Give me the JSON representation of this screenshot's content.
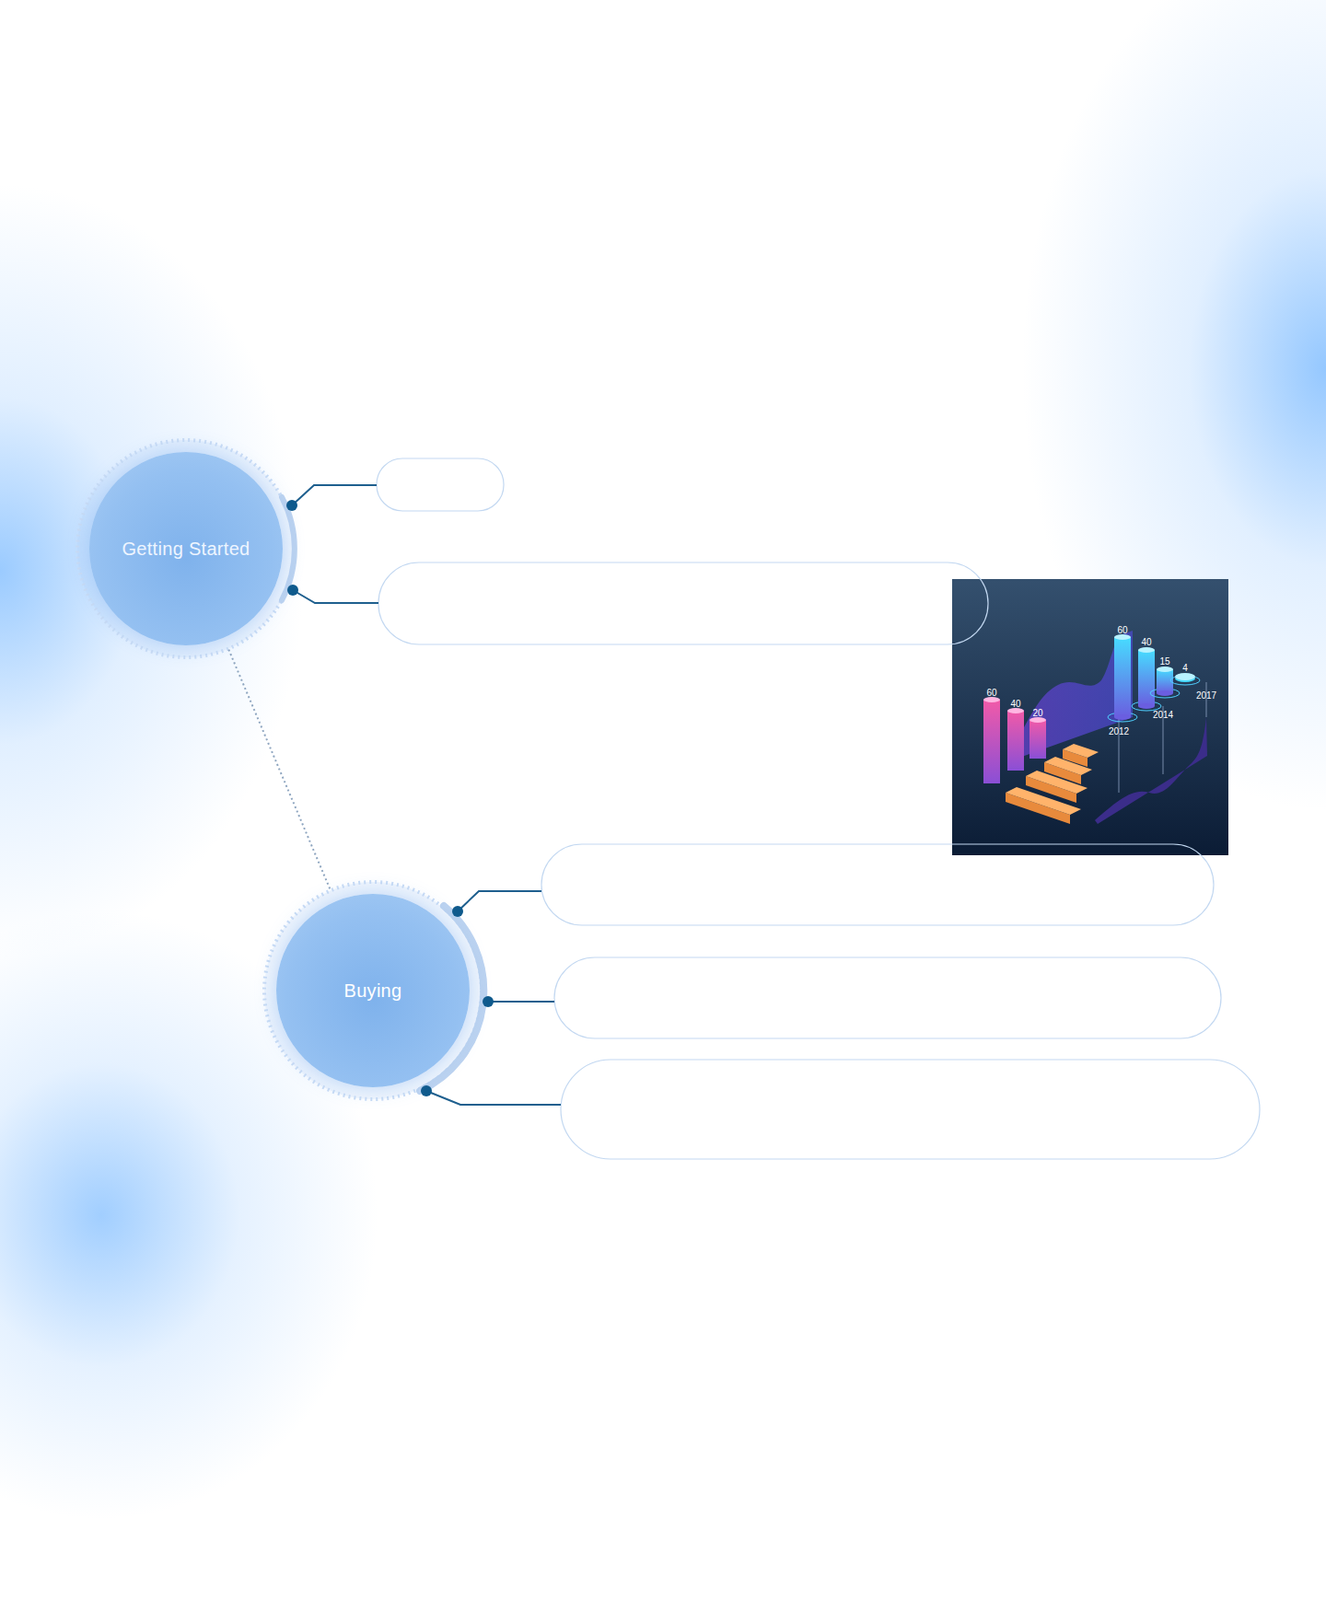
{
  "diagram": {
    "nodes": [
      {
        "text": [
          "Getting Started"
        ]
      },
      {
        "text": [
          "Buying"
        ]
      }
    ],
    "edges": [
      {
        "from": 0,
        "to": 1,
        "arrow": "none"
      }
    ],
    "labels": [
      "60",
      "40",
      "20",
      "60",
      "40",
      "15",
      "4",
      "2012",
      "2014",
      "2017"
    ]
  }
}
